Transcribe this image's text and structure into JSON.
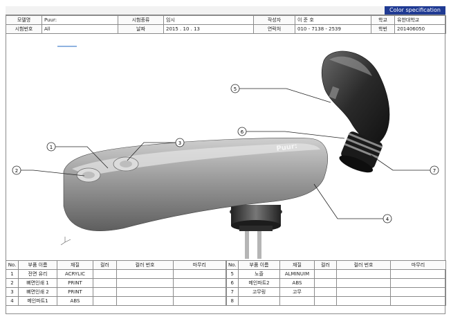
{
  "banner": {
    "title": "Color specification"
  },
  "header": {
    "row1": [
      {
        "label": "모델명",
        "value": "Puur:"
      },
      {
        "label": "시험종류",
        "value": "임시"
      },
      {
        "label": "작성자",
        "value": "이 준 호"
      },
      {
        "label": "학교",
        "value": "유한대학교"
      }
    ],
    "row2": [
      {
        "label": "시험번호",
        "value": "All"
      },
      {
        "label": "날짜",
        "value": "2015 . 10 . 13"
      },
      {
        "label": "연락처",
        "value": "010 - 7138 - 2539"
      },
      {
        "label": "학번",
        "value": "201406050"
      }
    ]
  },
  "drawing": {
    "brand": "Puur:",
    "callouts": [
      "1",
      "2",
      "3",
      "4",
      "5",
      "6",
      "7"
    ]
  },
  "parts_table": {
    "columns": [
      "No.",
      "부품 이름",
      "재질",
      "컬러",
      "컬러 번호",
      "마무리"
    ],
    "left": [
      {
        "no": "1",
        "name": "전면 유리",
        "material": "ACRYLIC",
        "color": "",
        "color_no": "",
        "finish": ""
      },
      {
        "no": "2",
        "name": "뻐면인쇄 1",
        "material": "PRINT",
        "color": "",
        "color_no": "",
        "finish": ""
      },
      {
        "no": "3",
        "name": "뻐면인쇄 2",
        "material": "PRINT",
        "color": "",
        "color_no": "",
        "finish": ""
      },
      {
        "no": "4",
        "name": "메인파트1",
        "material": "ABS",
        "color": "",
        "color_no": "",
        "finish": ""
      }
    ],
    "right": [
      {
        "no": "5",
        "name": "노즐",
        "material": "ALMINUIM",
        "color": "",
        "color_no": "",
        "finish": ""
      },
      {
        "no": "6",
        "name": "메인파트2",
        "material": "ABS",
        "color": "",
        "color_no": "",
        "finish": ""
      },
      {
        "no": "7",
        "name": "고무링",
        "material": "고무",
        "color": "",
        "color_no": "",
        "finish": ""
      },
      {
        "no": "8",
        "name": "",
        "material": "",
        "color": "",
        "color_no": "",
        "finish": ""
      }
    ]
  }
}
